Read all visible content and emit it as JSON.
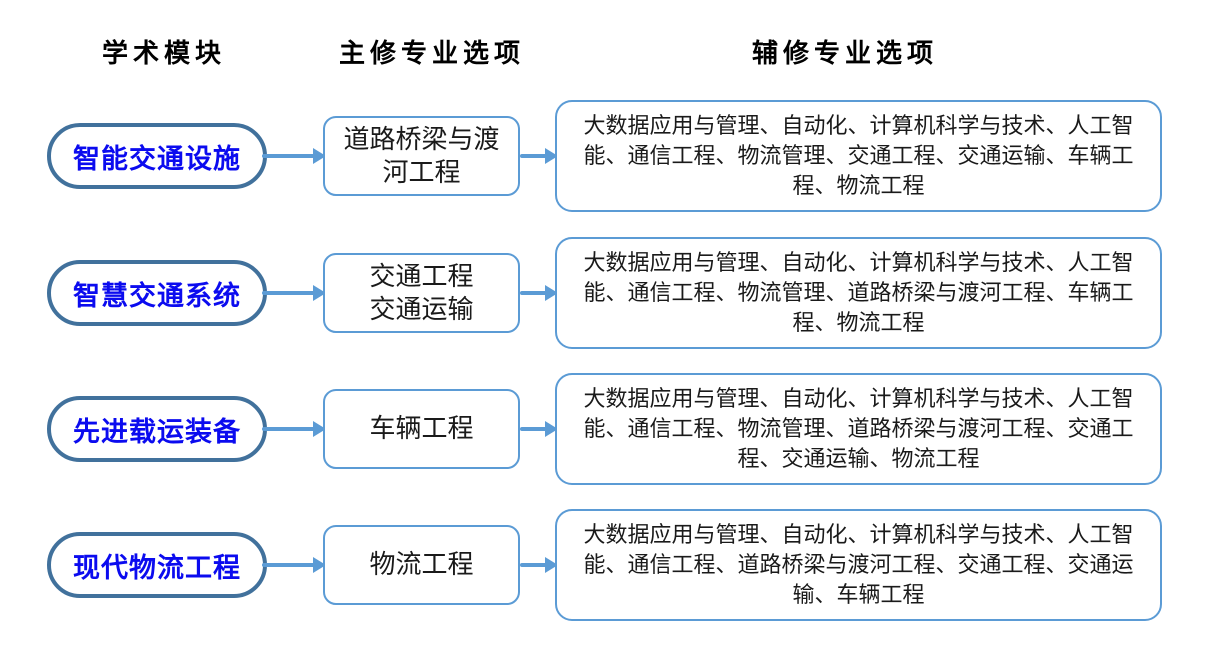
{
  "headers": {
    "col1": "学术模块",
    "col2": "主修专业选项",
    "col3": "辅修专业选项"
  },
  "colors": {
    "module_border": "#41719C",
    "module_text": "#0b0bef",
    "box_border": "#5B9BD5",
    "arrow": "#5B9BD5",
    "box_text": "#1a1a1a"
  },
  "rows": [
    {
      "module": "智能交通设施",
      "major": "道路桥梁与渡河工程",
      "minor": "大数据应用与管理、自动化、计算机科学与技术、人工智能、通信工程、物流管理、交通工程、交通运输、车辆工程、物流工程"
    },
    {
      "module": "智慧交通系统",
      "major": "交通工程\n交通运输",
      "minor": "大数据应用与管理、自动化、计算机科学与技术、人工智能、通信工程、物流管理、道路桥梁与渡河工程、车辆工程、物流工程"
    },
    {
      "module": "先进载运装备",
      "major": "车辆工程",
      "minor": "大数据应用与管理、自动化、计算机科学与技术、人工智能、通信工程、物流管理、道路桥梁与渡河工程、交通工程、交通运输、物流工程"
    },
    {
      "module": "现代物流工程",
      "major": "物流工程",
      "minor": "大数据应用与管理、自动化、计算机科学与技术、人工智能、通信工程、道路桥梁与渡河工程、交通工程、交通运输、车辆工程"
    }
  ]
}
